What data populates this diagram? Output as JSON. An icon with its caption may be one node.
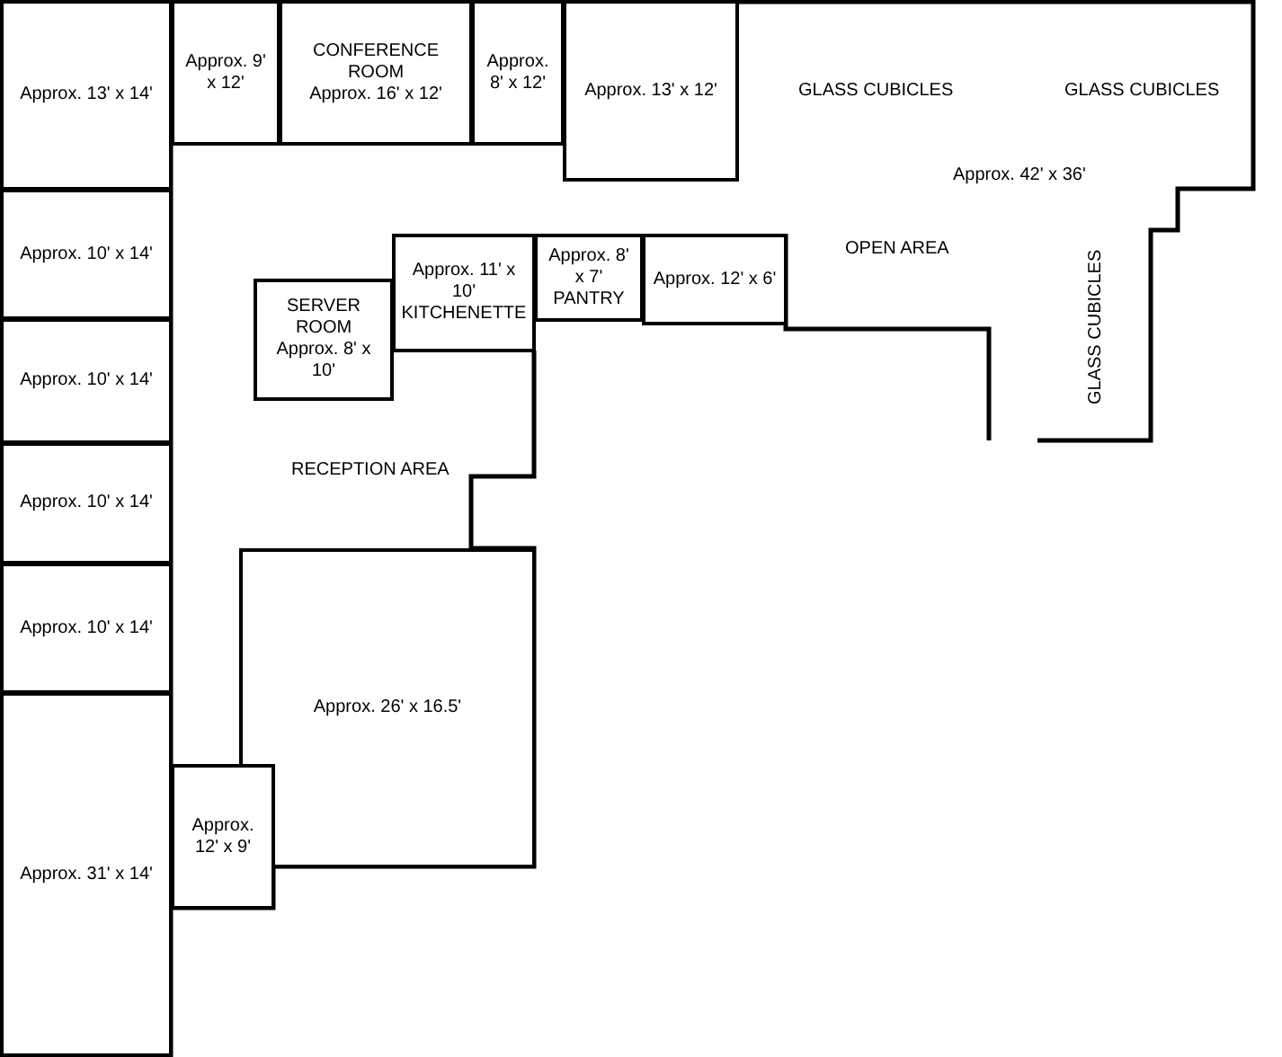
{
  "diagram": {
    "nodes": [
      {
        "text": [
          "Approx. 13' x 14'"
        ]
      },
      {
        "text": [
          "Approx. 9' x 12'"
        ]
      },
      {
        "text": [
          "CONFERENCE ROOM",
          "Approx. 16' x 12'"
        ]
      },
      {
        "text": [
          "Approx. 8' x 12'"
        ]
      },
      {
        "text": [
          "Approx. 13' x 12'"
        ]
      },
      {
        "text": [
          "Approx. 10' x 14'"
        ]
      },
      {
        "text": [
          "Approx. 11' x 10'",
          "KITCHENETTE"
        ]
      },
      {
        "text": [
          "Approx. 8' x 7'",
          "PANTRY"
        ]
      },
      {
        "text": [
          "Approx. 12' x 6'"
        ]
      },
      {
        "text": [
          "SERVER ROOM",
          "Approx. 8' x 10'"
        ]
      },
      {
        "text": [
          "Approx. 10' x 14'"
        ]
      },
      {
        "text": [
          "Approx. 10' x 14'"
        ]
      },
      {
        "text": [
          "Approx. 10' x 14'"
        ]
      },
      {
        "text": [
          "Approx. 26' x 16.5'"
        ]
      },
      {
        "text": [
          "Approx. 31' x 14'"
        ]
      },
      {
        "text": [
          "Approx. 12' x 9'"
        ]
      }
    ],
    "edges": [],
    "labels": [
      "GLASS CUBICLES",
      "GLASS CUBICLES",
      "Approx. 42' x 36'",
      "OPEN AREA",
      "GLASS CUBICLES",
      "RECEPTION AREA"
    ]
  }
}
